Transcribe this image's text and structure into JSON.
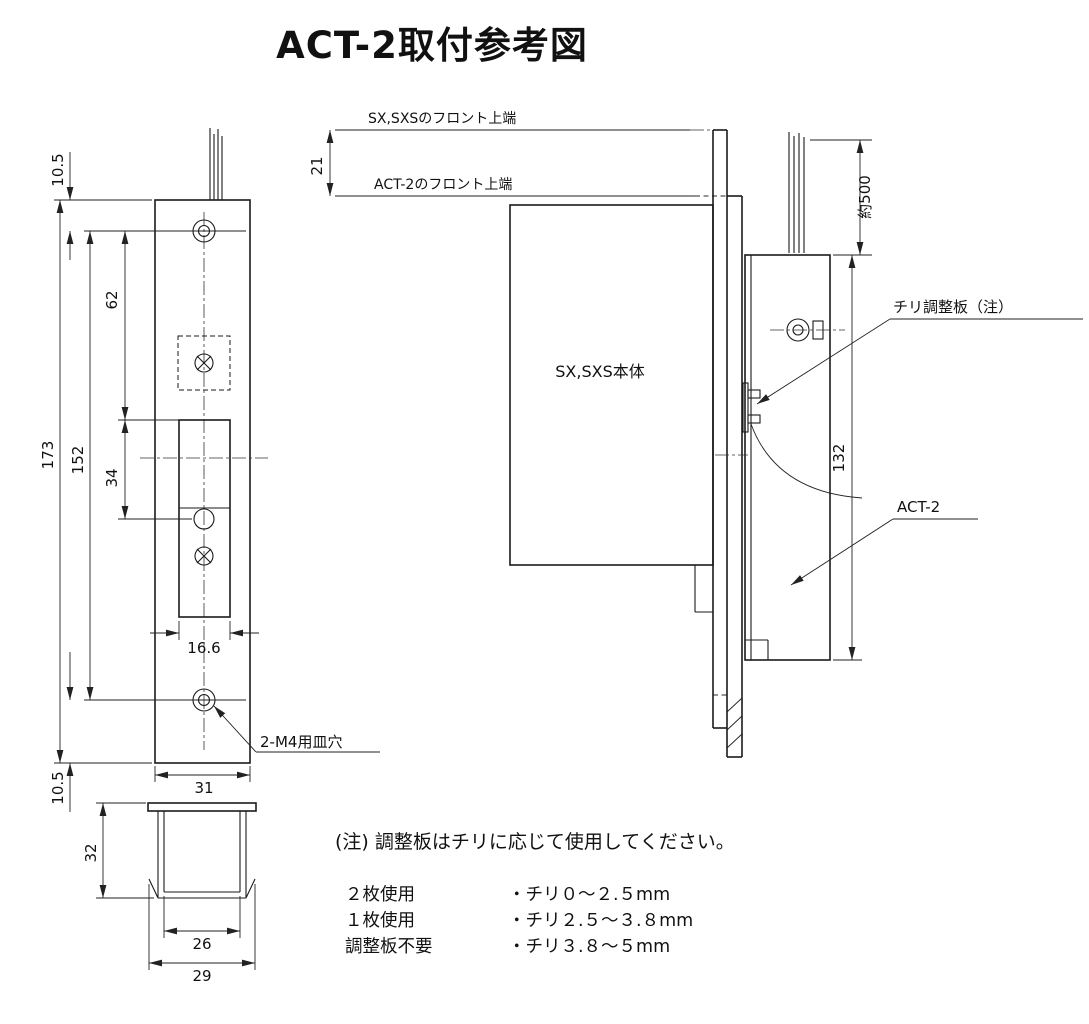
{
  "title": "ACT-2取付参考図",
  "front_view": {
    "dim_top_offset": "10.5",
    "dim_hole_to_latch": "62",
    "dim_overall": "173",
    "dim_hole_span": "152",
    "dim_latch_offset": "34",
    "dim_latch_width": "16.6",
    "dim_bottom_offset": "10.5",
    "dim_plate_width": "31",
    "label_countersunk": "2-M4用皿穴"
  },
  "section_view": {
    "dim_depth": "32",
    "dim_inner_width": "26",
    "dim_outer_width": "29"
  },
  "side_view": {
    "label_sx_front_top": "SX,SXSのフロント上端",
    "dim_front_offset": "21",
    "label_act2_front_top": "ACT-2のフロント上端",
    "label_body": "SX,SXS本体",
    "dim_cable_length": "約500",
    "dim_act2_height": "132",
    "label_shim_plate": "チリ調整板（注）",
    "label_act2": "ACT-2"
  },
  "notes": {
    "heading": "(注) 調整板はチリに応じて使用してください。",
    "rows": [
      {
        "usage": "２枚使用",
        "range": "・チリ０～２.５mm"
      },
      {
        "usage": "１枚使用",
        "range": "・チリ２.５～３.８mm"
      },
      {
        "usage": "調整板不要",
        "range": "・チリ３.８～５mm"
      }
    ]
  }
}
